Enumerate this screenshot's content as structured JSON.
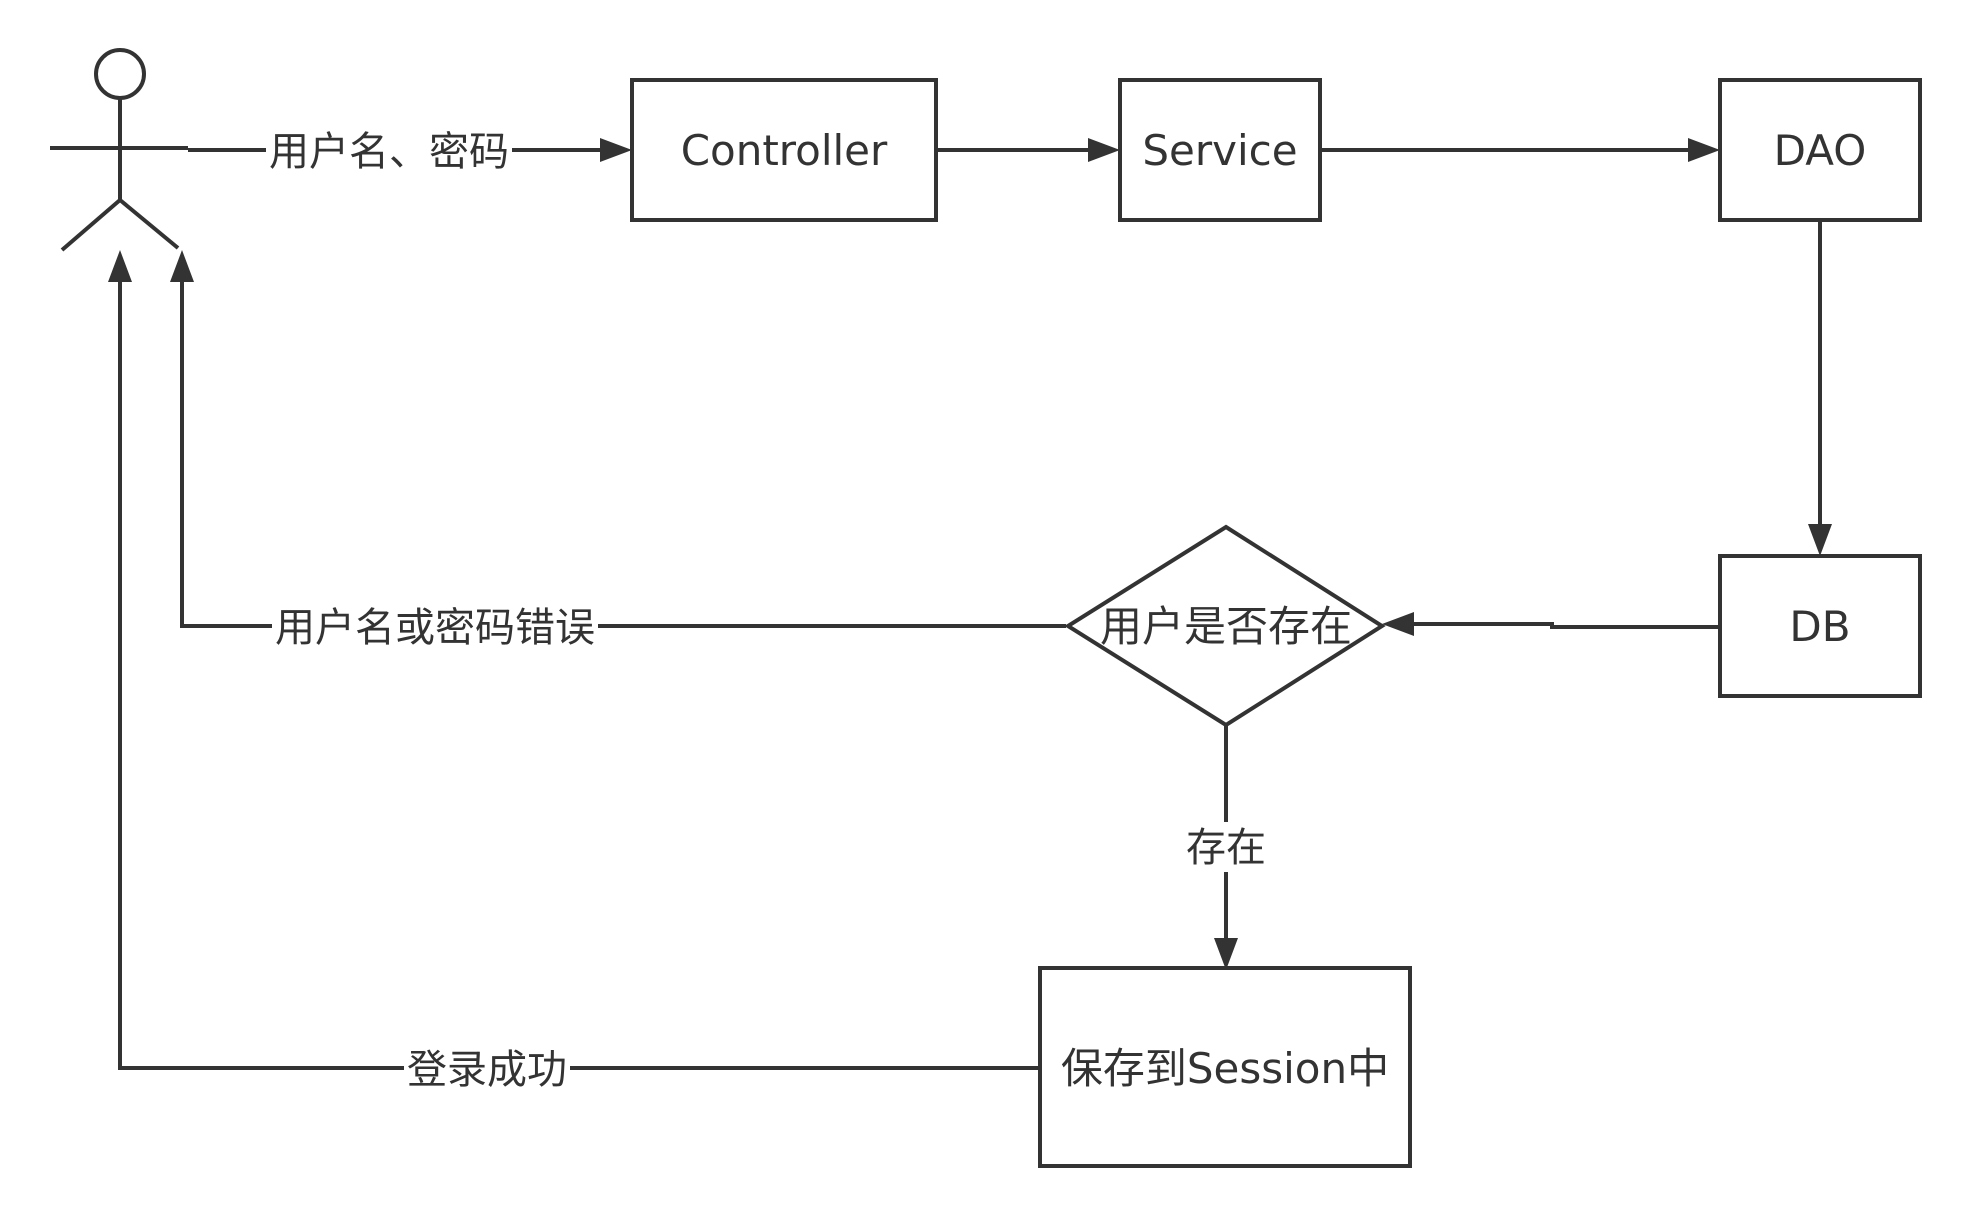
{
  "nodes": {
    "controller": "Controller",
    "service": "Service",
    "dao": "DAO",
    "db": "DB",
    "decision": "用户是否存在",
    "save": "保存到Session中"
  },
  "edges": {
    "user_to_controller": "用户名、密码",
    "error_to_user": "用户名或密码错误",
    "exists": "存在",
    "success_to_user": "登录成功"
  }
}
